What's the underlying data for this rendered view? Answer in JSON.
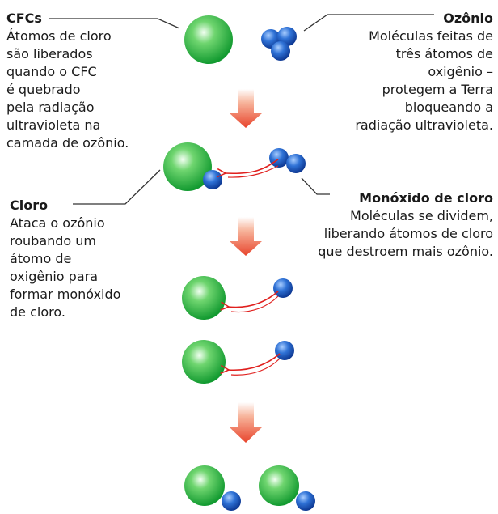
{
  "cfcs": {
    "title": "CFCs",
    "lines": [
      "Átomos de cloro",
      "são liberados",
      "quando o CFC",
      "é quebrado",
      "pela radiação",
      "ultravioleta na",
      "camada de ozônio."
    ]
  },
  "ozonio": {
    "title": "Ozônio",
    "lines": [
      "Moléculas feitas de",
      "três átomos de",
      "oxigênio –",
      "protegem a Terra",
      "bloqueando a",
      "radiação ultravioleta."
    ]
  },
  "cloro": {
    "title": "Cloro",
    "lines": [
      "Ataca o ozônio",
      "roubando um",
      "átomo de",
      "oxigênio para",
      "formar monóxido",
      "de cloro."
    ]
  },
  "monoxido": {
    "title": "Monóxido de cloro",
    "lines": [
      "Moléculas se dividem,",
      "liberando átomos de cloro",
      "que destroem mais ozônio."
    ]
  },
  "colors": {
    "chlorine": "#2bb34a",
    "oxygen": "#1f5fc4",
    "arrow": "#e8442c",
    "curve_arrow": "#e0201e",
    "leader_line": "#333333"
  }
}
